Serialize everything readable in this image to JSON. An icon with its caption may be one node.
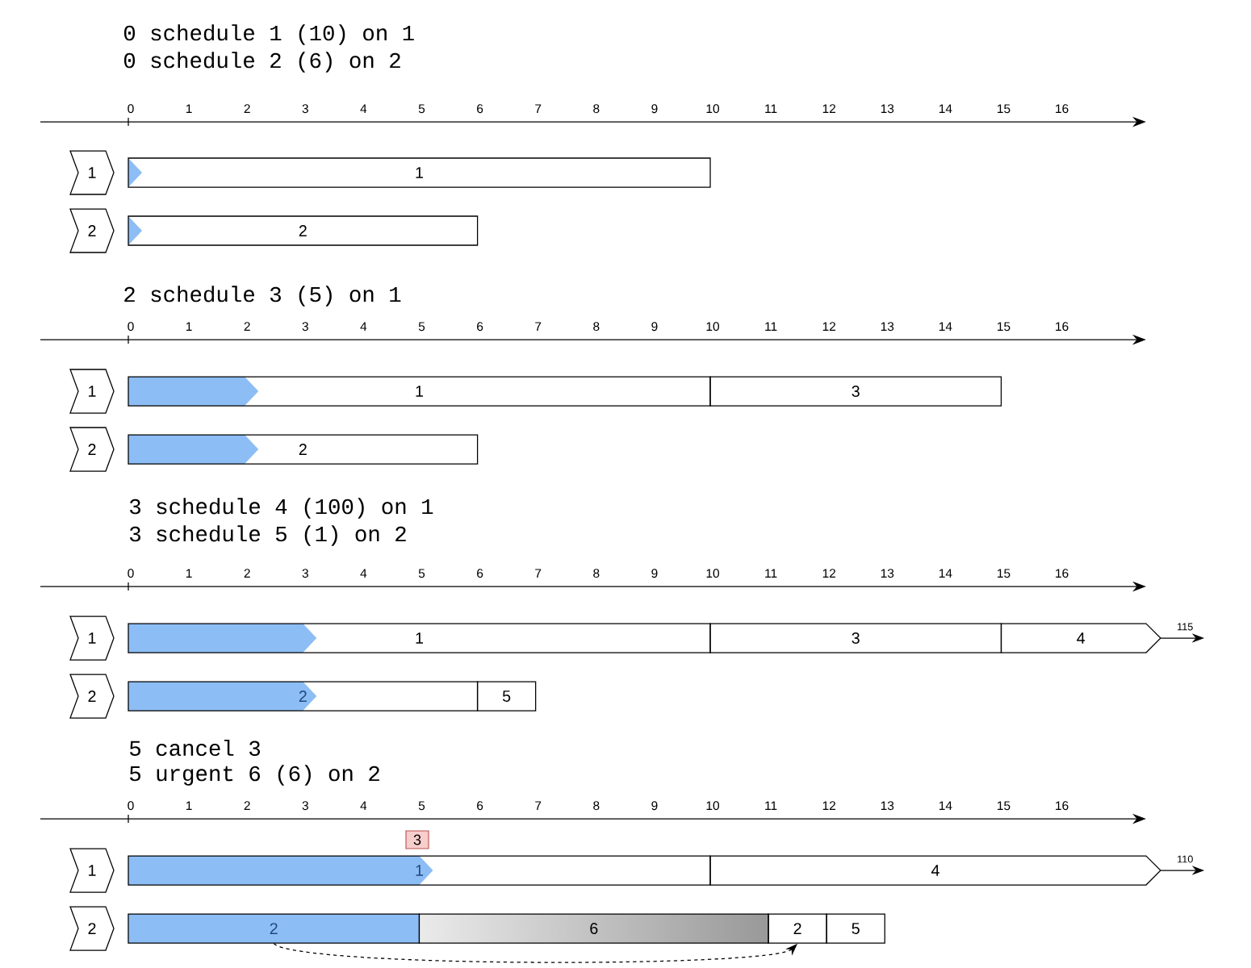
{
  "diagram": {
    "nodes": [
      {
        "text": [
          "1"
        ]
      },
      {
        "text": [
          "2"
        ]
      },
      {
        "text": [
          "1"
        ]
      },
      {
        "text": [
          "2"
        ]
      },
      {
        "text": [
          "1"
        ]
      },
      {
        "text": [
          "2"
        ]
      },
      {
        "text": [
          "1"
        ]
      },
      {
        "text": [
          "3"
        ]
      },
      {
        "text": [
          "2"
        ]
      },
      {
        "text": [
          "1"
        ]
      },
      {
        "text": [
          "2"
        ]
      },
      {
        "text": [
          "1"
        ]
      },
      {
        "text": [
          "3"
        ]
      },
      {
        "text": [
          "4"
        ]
      },
      {
        "text": [
          "2"
        ]
      },
      {
        "text": [
          "5"
        ]
      },
      {
        "text": [
          "1"
        ]
      },
      {
        "text": [
          "2"
        ]
      },
      {
        "text": [
          "3"
        ]
      },
      {
        "text": [
          "1"
        ]
      },
      {
        "text": [
          "4"
        ]
      },
      {
        "text": [
          "2"
        ]
      },
      {
        "text": [
          "6"
        ]
      },
      {
        "text": [
          "2"
        ]
      },
      {
        "text": [
          "5"
        ]
      }
    ],
    "edges": [
      {
        "from": 13,
        "to": null,
        "arrow": "to",
        "label": "115"
      },
      {
        "from": 20,
        "to": null,
        "arrow": "to",
        "label": "110"
      },
      {
        "from": 21,
        "to": 23,
        "arrow": "to",
        "style": "dashed"
      }
    ],
    "labels": [
      "0 schedule 1 (10) on 1",
      "0 schedule 2 (6) on 2",
      "0",
      "1",
      "2",
      "3",
      "4",
      "5",
      "6",
      "7",
      "8",
      "9",
      "10",
      "11",
      "12",
      "13",
      "14",
      "15",
      "16",
      "2 schedule 3 (5) on 1",
      "0",
      "1",
      "2",
      "3",
      "4",
      "5",
      "6",
      "7",
      "8",
      "9",
      "10",
      "11",
      "12",
      "13",
      "14",
      "15",
      "16",
      "3 schedule 4 (100) on 1",
      "3 schedule 5 (1) on 2",
      "0",
      "1",
      "2",
      "3",
      "4",
      "5",
      "6",
      "7",
      "8",
      "9",
      "10",
      "11",
      "12",
      "13",
      "14",
      "15",
      "16",
      "5 cancel 3",
      "5 urgent 6 (6) on 2",
      "0",
      "1",
      "2",
      "3",
      "4",
      "5",
      "6",
      "7",
      "8",
      "9",
      "10",
      "11",
      "12",
      "13",
      "14",
      "15",
      "16"
    ]
  }
}
